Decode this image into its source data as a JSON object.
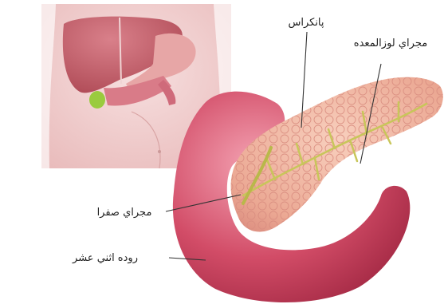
{
  "labels": {
    "pancreas": "پانکراس",
    "pancreatic_duct": "مجراي لوزالمعده",
    "bile_duct": "مجراي صفرا",
    "duodenum": "روده اثني عشر"
  },
  "colors": {
    "inset_bg": "#f3d3d3",
    "liver": "#c25a66",
    "duodenum": "#c93e58",
    "pancreas": "#f0b7a5",
    "gallbladder": "#9acb3e",
    "duct": "#c8c65a",
    "leader_line": "#333333"
  },
  "icons": [
    "body-inset",
    "liver",
    "gallbladder",
    "stomach",
    "pancreas",
    "duodenum",
    "bile-duct",
    "pancreatic-duct"
  ]
}
